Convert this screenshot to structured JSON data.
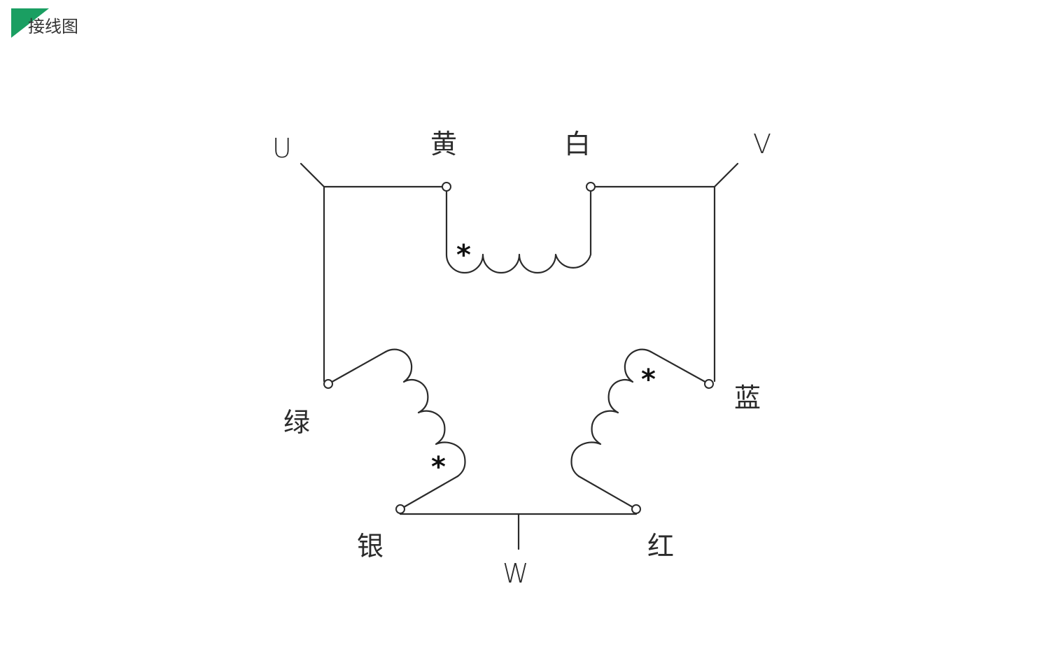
{
  "header": {
    "title": "接线图",
    "accent_color": "#1a9f62"
  },
  "diagram": {
    "phase_labels": {
      "u": "U",
      "v": "V",
      "w": "W"
    },
    "wire_labels": {
      "yellow": "黄",
      "white": "白",
      "green": "绿",
      "blue": "蓝",
      "silver": "银",
      "red": "红"
    },
    "polarity_mark": "*",
    "icons": [
      "terminal-dot-icon",
      "coil-icon",
      "polarity-star-icon"
    ]
  }
}
